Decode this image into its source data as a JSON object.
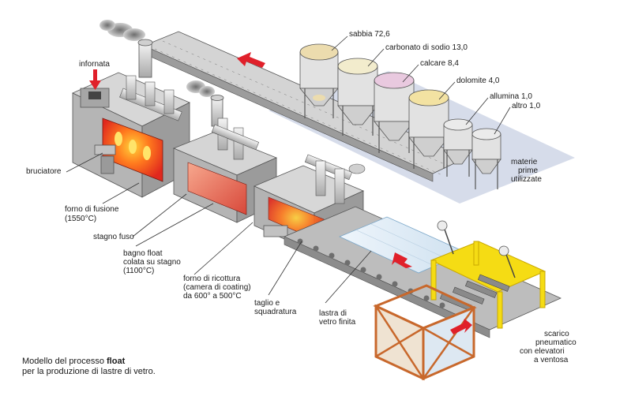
{
  "labels": {
    "infornata": "infornata",
    "bruciatore": "bruciatore",
    "forno_di_fusione_1": "forno di fusione",
    "forno_di_fusione_2": "(1550°C)",
    "stagno_fuso": "stagno fuso",
    "bagno_float_1": "bagno float",
    "bagno_float_2": "colata su stagno",
    "bagno_float_3": "(1100°C)",
    "forno_ricottura_1": "forno di ricottura",
    "forno_ricottura_2": "(camera di coating)",
    "forno_ricottura_3": "da 600° a 500°C",
    "taglio_1": "taglio e",
    "taglio_2": "squadratura",
    "lastra_1": "lastra di",
    "lastra_2": "vetro finita",
    "scarico_1": "scarico",
    "scarico_2": "pneumatico",
    "scarico_3": "con elevatori",
    "scarico_4": "a ventosa",
    "materie_1": "materie",
    "materie_2": "prime",
    "materie_3": "utilizzate"
  },
  "silos": [
    {
      "label": "sabbia 72,6",
      "fill": "#ecdcae"
    },
    {
      "label": "carbonato di sodio 13,0",
      "fill": "#f2eccd"
    },
    {
      "label": "calcare 8,4",
      "fill": "#e9c9df"
    },
    {
      "label": "dolomite 4,0",
      "fill": "#f3e2a2"
    },
    {
      "label": "allumina 1,0",
      "fill": "#ebebeb"
    },
    {
      "label": "altro 1,0",
      "fill": "#ebebeb"
    }
  ],
  "caption": {
    "line1_prefix": "Modello del processo ",
    "line1_bold": "float",
    "line2": "per la produzione di lastre di vetro."
  },
  "colors": {
    "metal_light": "#e6e6e6",
    "metal_mid": "#bdbdbd",
    "metal_dark": "#8c8c8c",
    "fire": "#f0401e",
    "fire_glow": "#ffb21a",
    "arrow_red": "#e0202a",
    "frame_yellow": "#f5dc14",
    "crate_orange": "#c8682c",
    "platform_blue": "#cfd6e6"
  }
}
